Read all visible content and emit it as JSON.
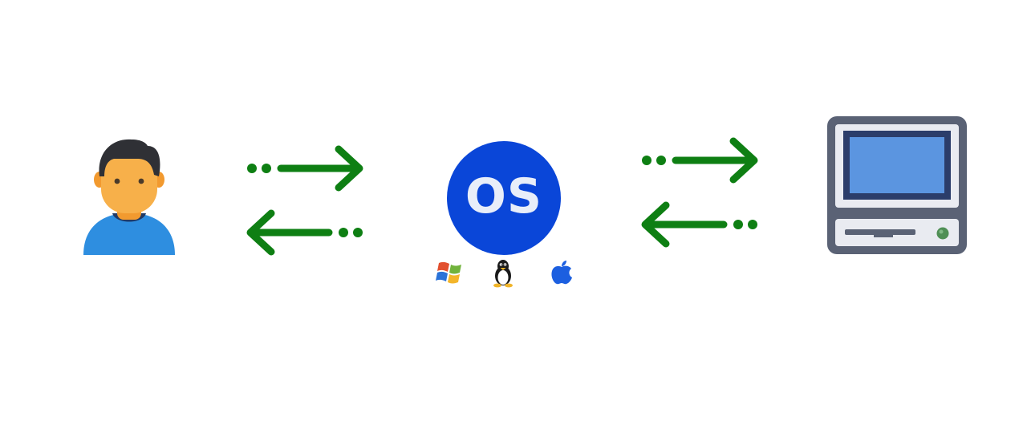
{
  "diagram": {
    "nodes": {
      "user": {
        "icon": "user-icon"
      },
      "os": {
        "label": "OS",
        "icon": "os-circle",
        "platforms": [
          "windows-logo-icon",
          "linux-tux-icon",
          "apple-logo-icon"
        ]
      },
      "computer": {
        "icon": "computer-hardware-icon"
      }
    },
    "edges": [
      {
        "from": "user",
        "to": "os",
        "direction": "bidirectional"
      },
      {
        "from": "os",
        "to": "computer",
        "direction": "bidirectional"
      }
    ]
  },
  "colors": {
    "background": "#ffffff",
    "arrow": "#0e7f13",
    "os_circle": "#0a46d8",
    "os_text": "#e8eef9",
    "user_shirt": "#2e8ee0",
    "user_skin": "#f7b04a",
    "user_hair": "#2f3035",
    "monitor_frame": "#5a6275",
    "monitor_screen": "#5b95e0",
    "monitor_body": "#e9ebf1",
    "power_light": "#4f8f55"
  }
}
